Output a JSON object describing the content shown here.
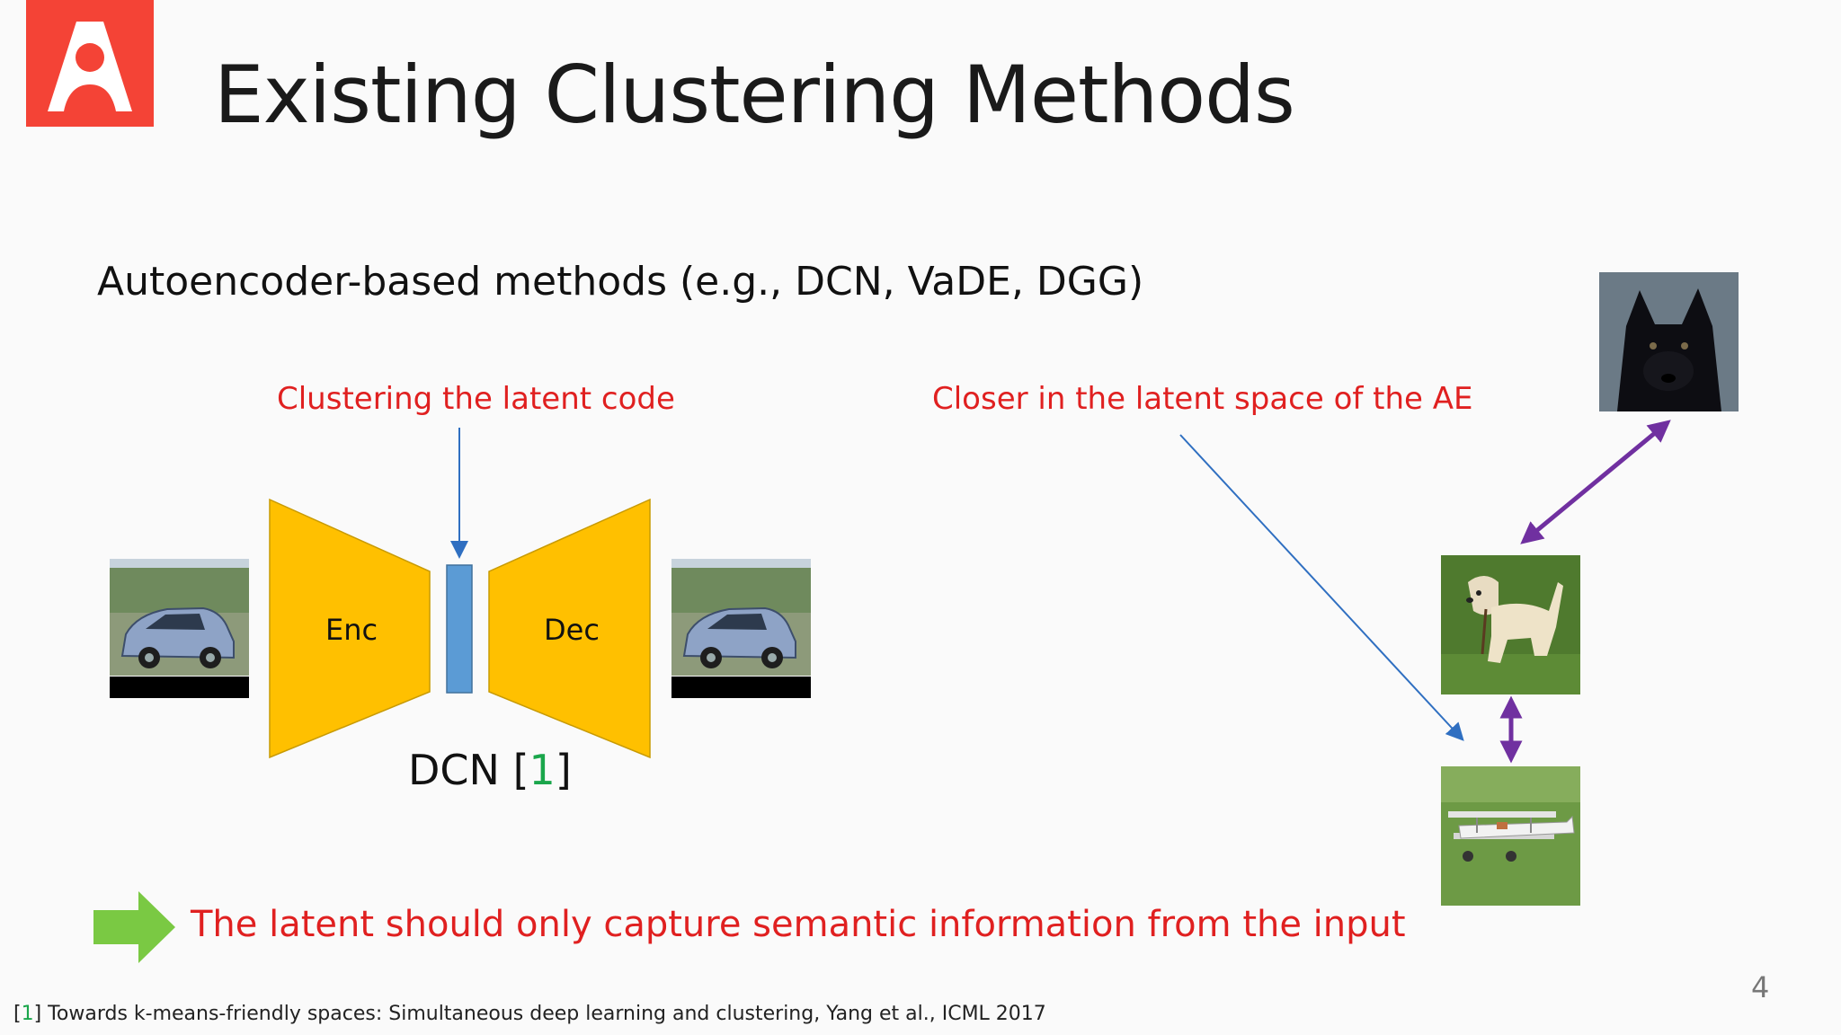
{
  "slide": {
    "title": "Existing Clustering Methods",
    "subtitle": "Autoencoder-based methods (e.g., DCN, VaDE, DGG)",
    "annotation_latent_code": "Clustering the latent code",
    "annotation_latent_space": "Closer in the latent space of the AE",
    "encoder_label": "Enc",
    "decoder_label": "Dec",
    "model_caption": {
      "name": "DCN",
      "bracket_open": "[",
      "cite_number": "1",
      "bracket_close": "]"
    },
    "conclusion": "The latent should only capture semantic information from the input",
    "footnote": {
      "bracket_open": "[",
      "cite_number": "1",
      "bracket_close": "]",
      "text": " Towards k-means-friendly spaces: Simultaneous deep learning and clustering, Yang et al., ICML 2017"
    },
    "page_number": "4"
  },
  "images": {
    "input": "car-input-image",
    "output": "car-reconstruction-image",
    "dog_dark": "black-dog-image",
    "dog_light": "labrador-dog-image",
    "airplane": "biplane-image"
  },
  "colors": {
    "logo": "#f44336",
    "annotation_red": "#e02020",
    "citation_green": "#1aa64b",
    "encoder_fill": "#ffc000",
    "latent_fill": "#5b9bd5",
    "arrow_blue": "#2f6fc1",
    "arrow_purple": "#7030a0",
    "conclusion_arrow": "#7ac943"
  }
}
